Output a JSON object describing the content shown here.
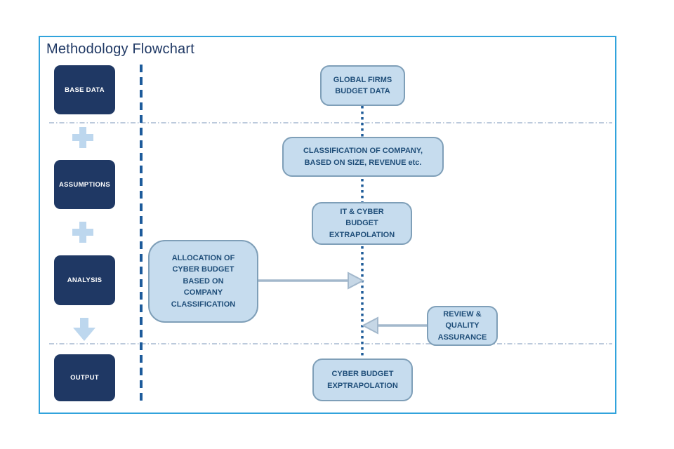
{
  "title": "Methodology Flowchart",
  "stages": {
    "base_data": "BASE DATA",
    "assumptions": "ASSUMPTIONS",
    "analysis": "ANALYSIS",
    "output": "OUTPUT"
  },
  "nodes": {
    "global_firms": "GLOBAL FIRMS\nBUDGET DATA",
    "classification": "CLASSIFICATION OF COMPANY,\nBASED ON SIZE, REVENUE etc.",
    "it_cyber": "IT & CYBER\nBUDGET\nEXTRAPOLATION",
    "allocation": "ALLOCATION OF\nCYBER BUDGET\nBASED ON\nCOMPANY\nCLASSIFICATION",
    "review": "REVIEW &\nQUALITY\nASSURANCE",
    "cyber_output": "CYBER BUDGET\nEXPTRAPOLATION"
  },
  "icons": {
    "plus": "plus",
    "down_arrow": "down-block-arrow",
    "flow_arrow_right": "arrow-right",
    "flow_arrow_left": "arrow-left"
  },
  "colors": {
    "frame_border": "#31a3dc",
    "stage_fill": "#1f3864",
    "stage_text": "#ffffff",
    "node_fill": "#c6dcee",
    "node_border": "#7f9fb8",
    "node_text": "#1f4e79",
    "accent_light_blue": "#bdd7ee",
    "timeline_dash": "#1d5b9b",
    "flow_dots": "#1f5c99",
    "separator": "#93aac6",
    "connector": "#a3b8cc",
    "title_text": "#1f3864"
  }
}
